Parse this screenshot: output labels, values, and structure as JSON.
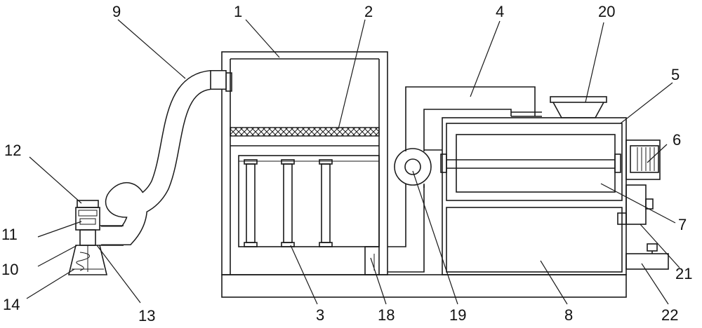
{
  "labels": [
    {
      "id": "1",
      "text": "1"
    },
    {
      "id": "2",
      "text": "2"
    },
    {
      "id": "3",
      "text": "3"
    },
    {
      "id": "4",
      "text": "4"
    },
    {
      "id": "5",
      "text": "5"
    },
    {
      "id": "6",
      "text": "6"
    },
    {
      "id": "7",
      "text": "7"
    },
    {
      "id": "8",
      "text": "8"
    },
    {
      "id": "9",
      "text": "9"
    },
    {
      "id": "10",
      "text": "10"
    },
    {
      "id": "11",
      "text": "11"
    },
    {
      "id": "12",
      "text": "12"
    },
    {
      "id": "13",
      "text": "13"
    },
    {
      "id": "14",
      "text": "14"
    },
    {
      "id": "18",
      "text": "18"
    },
    {
      "id": "19",
      "text": "19"
    },
    {
      "id": "20",
      "text": "20"
    },
    {
      "id": "21",
      "text": "21"
    },
    {
      "id": "22",
      "text": "22"
    }
  ]
}
